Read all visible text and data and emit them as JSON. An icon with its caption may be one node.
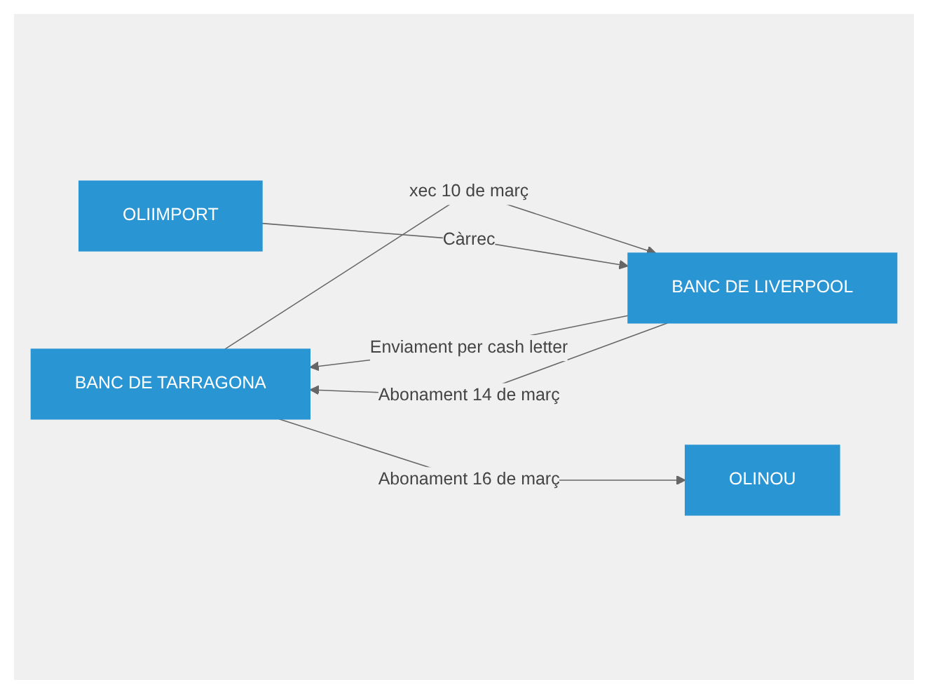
{
  "diagram": {
    "nodes": [
      {
        "text": [
          "BANC DE TARRAGONA"
        ]
      },
      {
        "text": [
          "BANC DE LIVERPOOL"
        ]
      },
      {
        "text": [
          "OLINOU"
        ]
      },
      {
        "text": [
          "OLIIMPORT"
        ]
      }
    ],
    "edges": [
      {
        "from": 0,
        "to": 1,
        "arrow": "to",
        "label": "xec 10 de març"
      },
      {
        "from": 1,
        "to": 0,
        "arrow": "to",
        "label": "Enviament per cash letter"
      },
      {
        "from": 0,
        "to": 2,
        "arrow": "to",
        "label": "Abonament 16 de març"
      },
      {
        "from": 3,
        "to": 1,
        "arrow": "to",
        "label": "Càrrec"
      },
      {
        "from": 1,
        "to": 0,
        "arrow": "to",
        "label": "Abonament 14 de març"
      }
    ]
  }
}
